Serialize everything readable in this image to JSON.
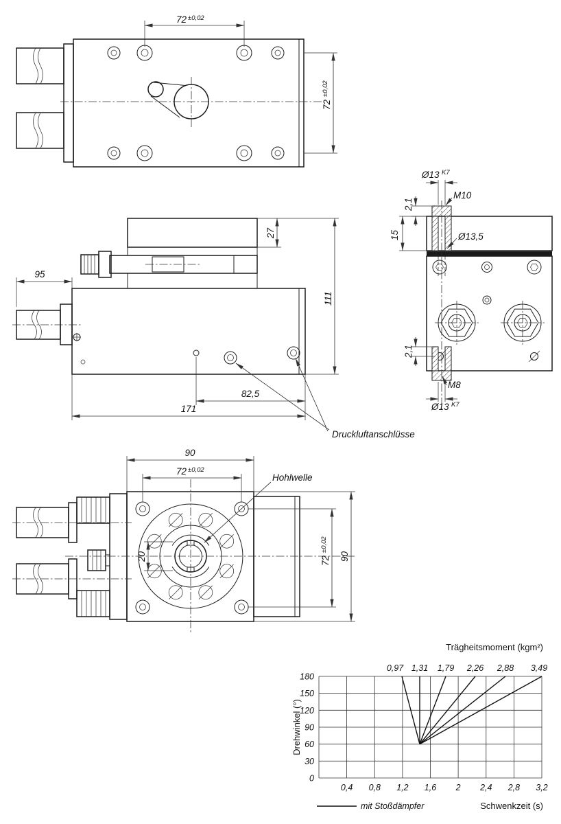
{
  "drawing": {
    "top_view": {
      "dim_w": "72",
      "dim_w_tol": "±0,02",
      "dim_h": "72",
      "dim_h_tol": "±0,02"
    },
    "side_view": {
      "dim_95": "95",
      "dim_27": "27",
      "dim_111": "111",
      "dim_825": "82,5",
      "dim_171": "171",
      "air_label": "Druckluftanschlüsse"
    },
    "section_view": {
      "d13_top": "Ø13",
      "d13_top_sup": "K7",
      "m10": "M10",
      "t21_top": "2,1",
      "t15": "15",
      "d135": "Ø13,5",
      "t21_bot": "2,1",
      "m8": "M8",
      "d13_bot": "Ø13",
      "d13_bot_sup": "K7"
    },
    "front_view": {
      "dim_90_top": "90",
      "dim_72_top": "72",
      "dim_72_top_tol": "±0,02",
      "shaft_label": "Hohlwelle",
      "dim_20": "20",
      "dim_72_right": "72",
      "dim_72_right_tol": "±0,02",
      "dim_90_right": "90"
    }
  },
  "chart": {
    "title": "Trägheitsmoment (kgm²)",
    "ylabel": "Drehwinkel (°)",
    "xlabel": "Schwenkzeit (s)",
    "legend_label": "mit Stoßdämpfer",
    "labels": [
      "0,97",
      "1,31",
      "1,79",
      "2,26",
      "2,88",
      "3,49"
    ],
    "y_ticks": [
      "180",
      "150",
      "120",
      "90",
      "60",
      "30",
      "0"
    ],
    "x_ticks": [
      "0,4",
      "0,8",
      "1,2",
      "1,6",
      "2",
      "2,4",
      "2,8",
      "3,2"
    ]
  },
  "chart_data": {
    "type": "line",
    "title": "Trägheitsmoment (kgm²)",
    "xlabel": "Schwenkzeit (s)",
    "ylabel": "Drehwinkel (°)",
    "xlim": [
      0,
      3.2
    ],
    "ylim": [
      0,
      180
    ],
    "x_ticks": [
      0.4,
      0.8,
      1.2,
      1.6,
      2.0,
      2.4,
      2.8,
      3.2
    ],
    "y_ticks": [
      0,
      30,
      60,
      90,
      120,
      150,
      180
    ],
    "grid": true,
    "legend": "mit Stoßdämpfer",
    "series": [
      {
        "name": "0,97",
        "points": [
          [
            1.45,
            60
          ],
          [
            1.19,
            180
          ]
        ]
      },
      {
        "name": "1,31",
        "points": [
          [
            1.45,
            60
          ],
          [
            1.45,
            180
          ]
        ]
      },
      {
        "name": "1,79",
        "points": [
          [
            1.45,
            60
          ],
          [
            1.82,
            180
          ]
        ]
      },
      {
        "name": "2,26",
        "points": [
          [
            1.45,
            60
          ],
          [
            2.25,
            180
          ]
        ]
      },
      {
        "name": "2,88",
        "points": [
          [
            1.45,
            60
          ],
          [
            2.68,
            180
          ]
        ]
      },
      {
        "name": "3,49",
        "points": [
          [
            1.45,
            60
          ],
          [
            3.2,
            180
          ]
        ]
      }
    ]
  }
}
